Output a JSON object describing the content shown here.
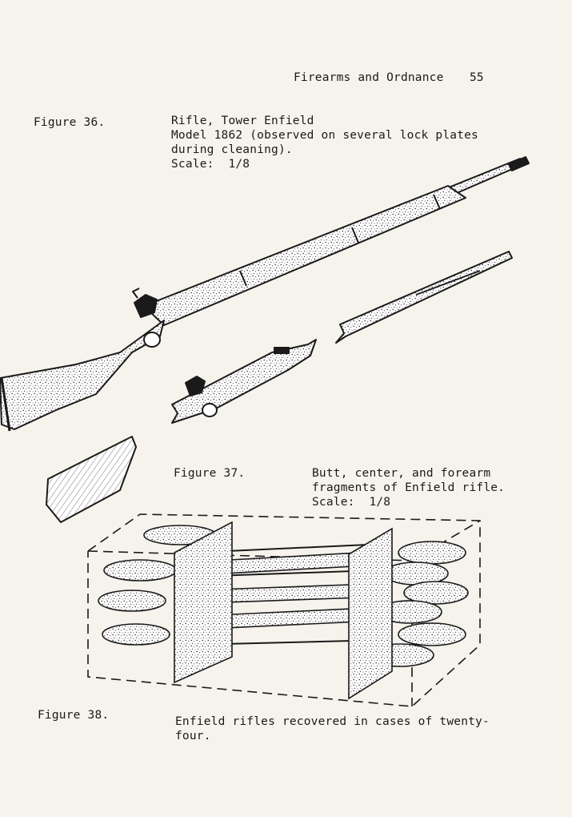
{
  "header": {
    "running_title": "Firearms and Ordnance",
    "page_number": "55"
  },
  "figures": [
    {
      "label": "Figure 36.",
      "caption_lines": [
        "Rifle, Tower Enfield",
        "Model 1862 (observed on several lock plates",
        "during cleaning).",
        "Scale:  1/8"
      ]
    },
    {
      "label": "Figure 37.",
      "caption_lines": [
        "Butt, center, and forearm",
        "fragments of Enfield rifle.",
        "Scale:  1/8"
      ]
    },
    {
      "label": "Figure 38.",
      "caption_lines": [
        "Enfield rifles recovered in cases of twenty-",
        "four."
      ]
    }
  ],
  "colors": {
    "paper": "#f6f3ec",
    "ink": "#1a1a1a"
  }
}
